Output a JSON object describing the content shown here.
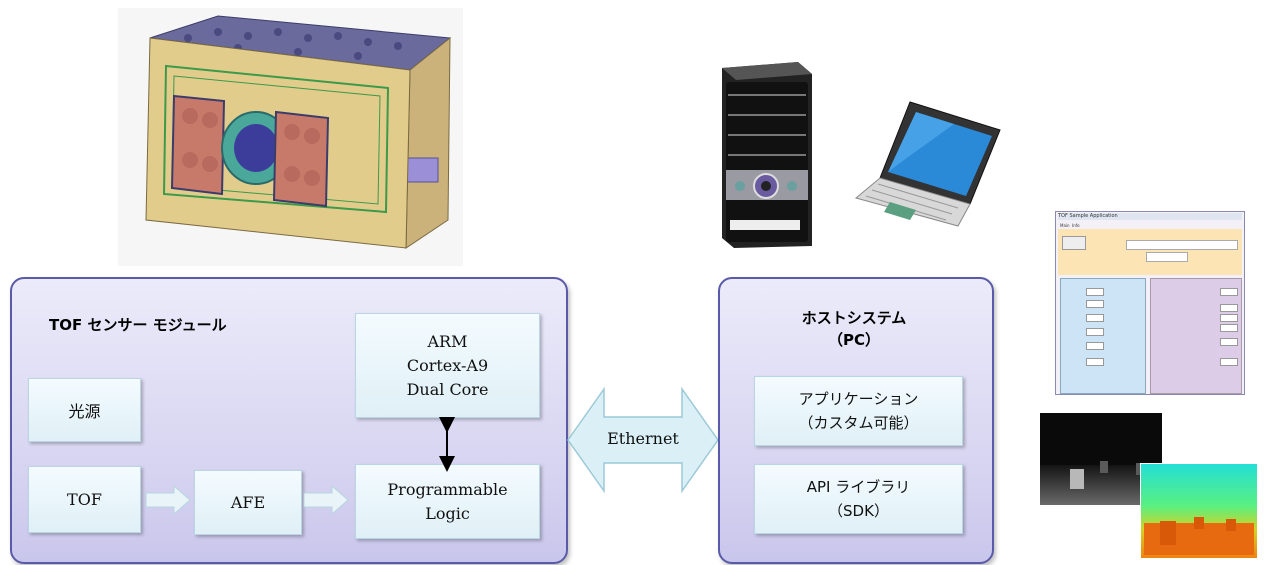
{
  "colors": {
    "panel_border": "#5a5aa8",
    "panel_fill": "#d5d3f0",
    "box_fill": "#e6f4f9",
    "arrow_fill": "#daf0f6",
    "arrow_stroke": "#9cc9d8"
  },
  "module": {
    "title": "TOF センサー モジュール",
    "arm": [
      "ARM",
      "Cortex-A9",
      "Dual Core"
    ],
    "light_source": "光源",
    "tof": "TOF",
    "afe": "AFE",
    "pl": [
      "Programmable",
      "Logic"
    ]
  },
  "link": {
    "label": "Ethernet"
  },
  "host": {
    "title": [
      "ホストシステム",
      "（PC）"
    ],
    "app": [
      "アプリケーション",
      "（カスタム可能）"
    ],
    "api": [
      "API ライブラリ",
      "（SDK）"
    ]
  },
  "app_window": {
    "title": "TOF Sample Application",
    "tabs": [
      "Main",
      "Info"
    ]
  },
  "icons": [
    "tof-sensor-module-image",
    "desktop-pc-icon",
    "laptop-icon",
    "application-screenshot",
    "depth-image-gray",
    "depth-image-color"
  ]
}
